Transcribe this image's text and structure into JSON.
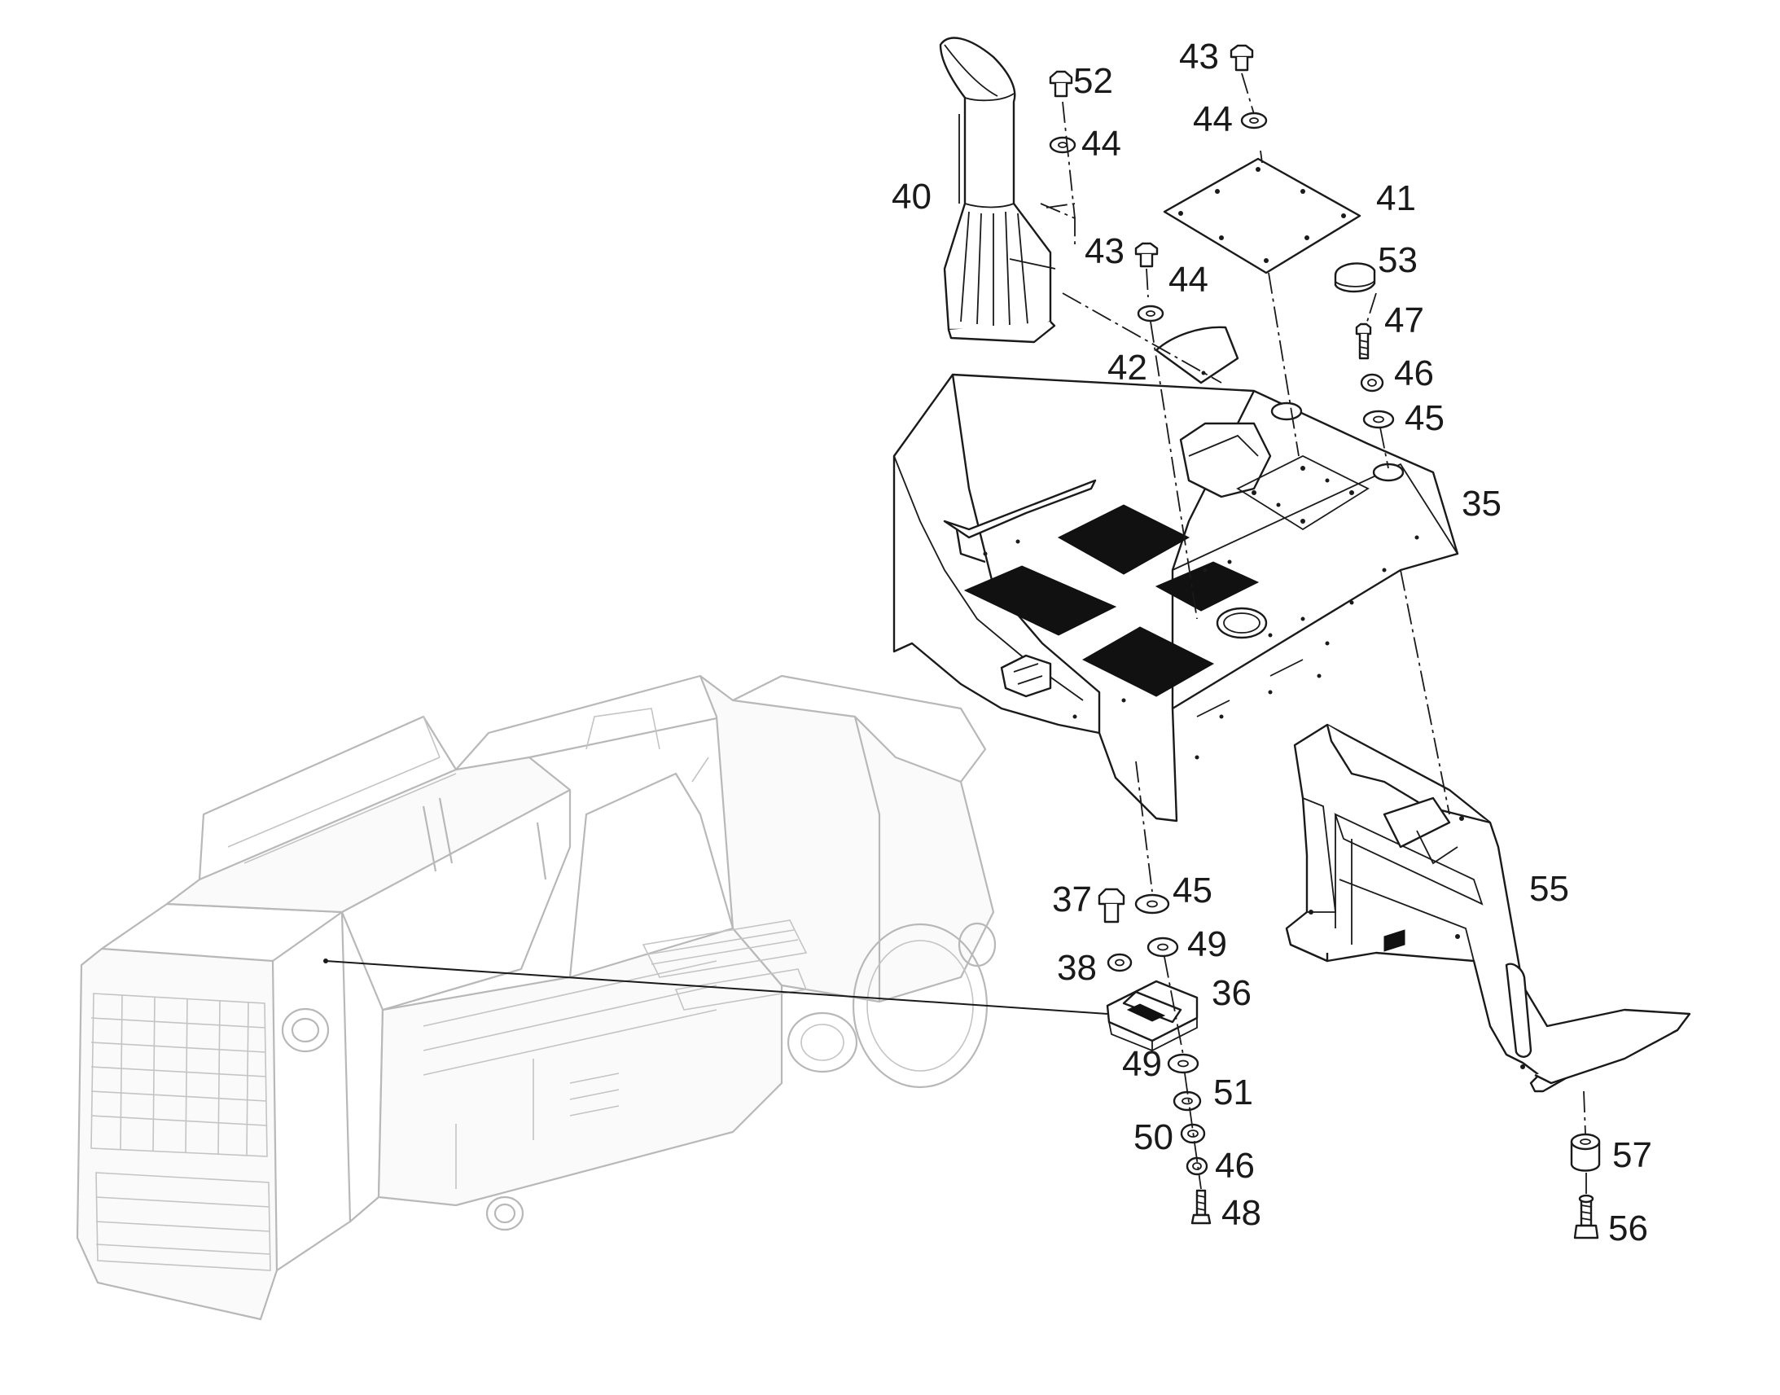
{
  "callouts": [
    {
      "id": "c35",
      "text": "35"
    },
    {
      "id": "c36",
      "text": "36"
    },
    {
      "id": "c37",
      "text": "37"
    },
    {
      "id": "c38",
      "text": "38"
    },
    {
      "id": "c40",
      "text": "40"
    },
    {
      "id": "c41",
      "text": "41"
    },
    {
      "id": "c42",
      "text": "42"
    },
    {
      "id": "c43a",
      "text": "43"
    },
    {
      "id": "c43b",
      "text": "43"
    },
    {
      "id": "c44a",
      "text": "44"
    },
    {
      "id": "c44b",
      "text": "44"
    },
    {
      "id": "c44c",
      "text": "44"
    },
    {
      "id": "c45a",
      "text": "45"
    },
    {
      "id": "c45b",
      "text": "45"
    },
    {
      "id": "c46a",
      "text": "46"
    },
    {
      "id": "c46b",
      "text": "46"
    },
    {
      "id": "c47",
      "text": "47"
    },
    {
      "id": "c48",
      "text": "48"
    },
    {
      "id": "c49a",
      "text": "49"
    },
    {
      "id": "c49b",
      "text": "49"
    },
    {
      "id": "c50",
      "text": "50"
    },
    {
      "id": "c51",
      "text": "51"
    },
    {
      "id": "c52",
      "text": "52"
    },
    {
      "id": "c53",
      "text": "53"
    },
    {
      "id": "c55",
      "text": "55"
    },
    {
      "id": "c56",
      "text": "56"
    },
    {
      "id": "c57",
      "text": "57"
    }
  ],
  "colors": {
    "ink": "#1a1a1a",
    "ghost_frame": "#b8b8b8",
    "pad_fill": "#111111",
    "background": "#ffffff"
  }
}
